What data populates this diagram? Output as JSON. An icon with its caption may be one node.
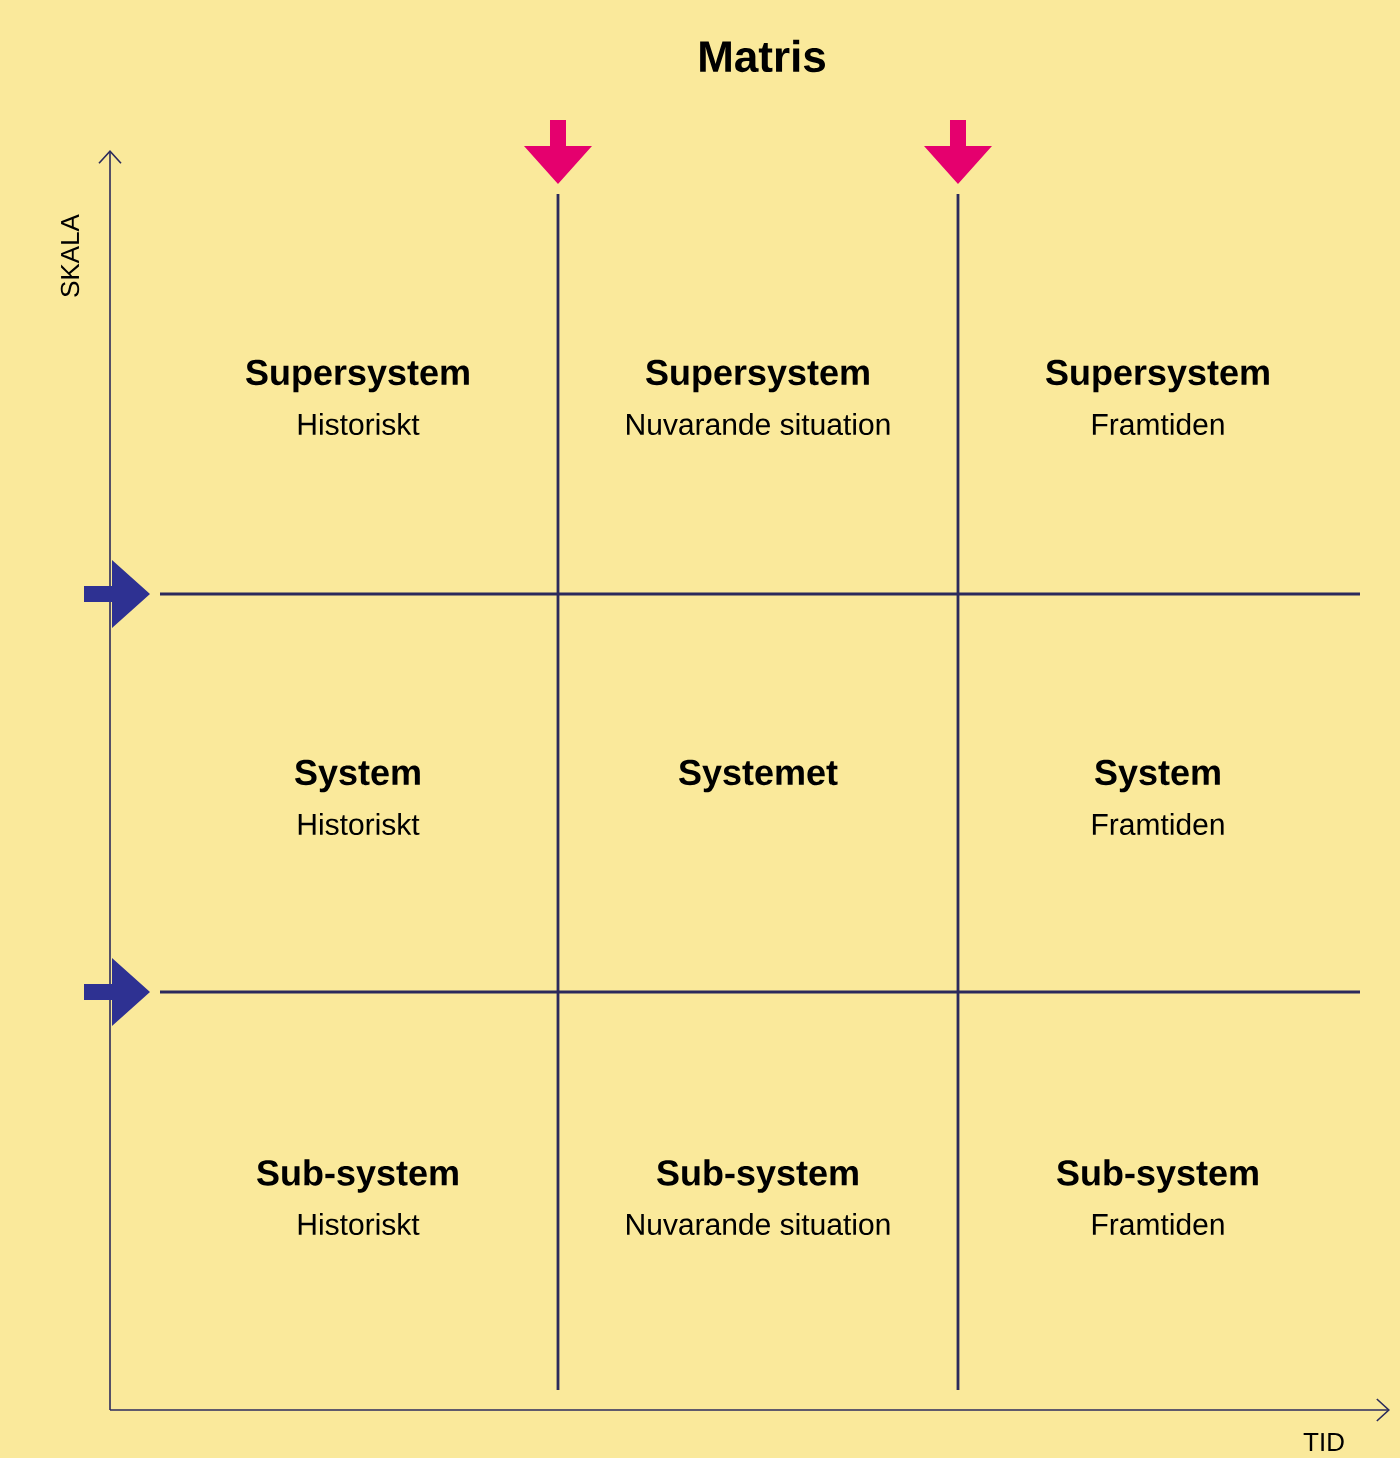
{
  "diagram": {
    "title": "Matris",
    "labels": [
      "SKALA",
      "Supersystem",
      "Historiskt",
      "Supersystem",
      "Nuvarande situation",
      "Supersystem",
      "Framtiden",
      "System",
      "Historiskt",
      "Systemet",
      "System",
      "Framtiden",
      "Sub-system",
      "Historiskt",
      "Sub-system",
      "Nuvarande situation",
      "Sub-system",
      "Framtiden",
      "TID"
    ]
  }
}
